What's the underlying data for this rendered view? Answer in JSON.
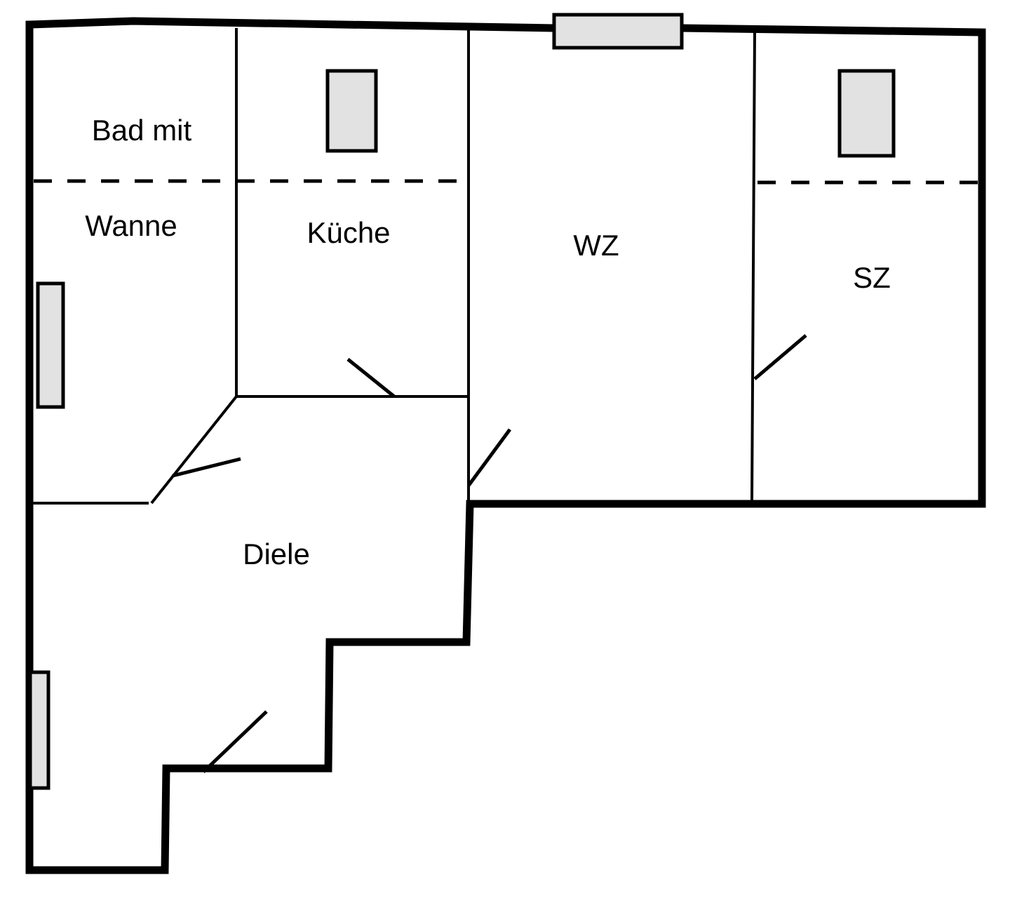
{
  "colors": {
    "wall": "#000000",
    "fixture_fill": "#e2e2e2",
    "background": "#ffffff"
  },
  "rooms": {
    "bad_line1": "Bad mit",
    "bad_line2": "Wanne",
    "kueche": "Küche",
    "wz": "WZ",
    "sz": "SZ",
    "diele": "Diele"
  }
}
